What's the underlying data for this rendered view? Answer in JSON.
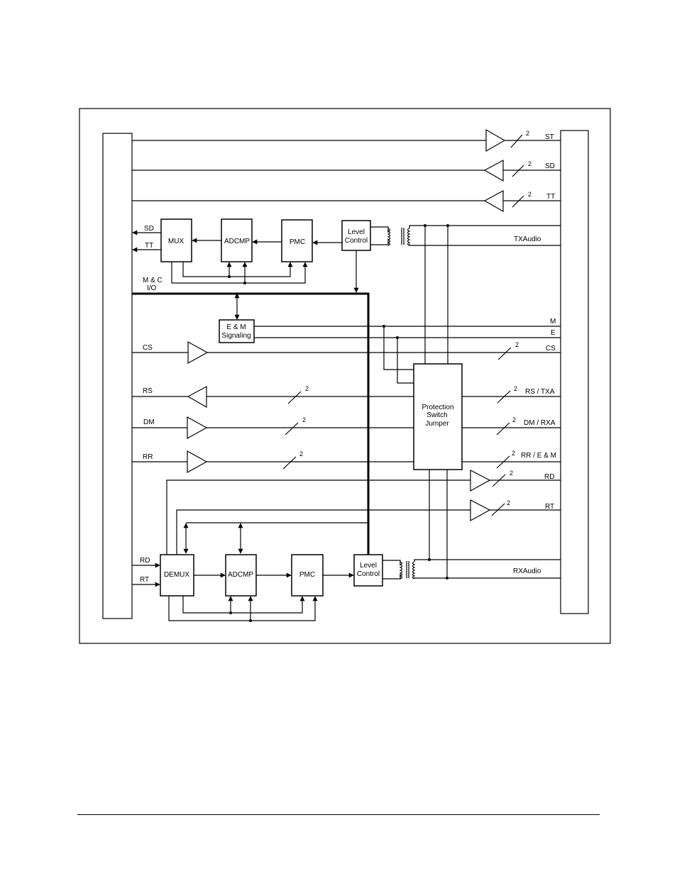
{
  "blocks": {
    "mux": "MUX",
    "adcmp_tx": "ADCMP",
    "pmc_tx": "PMC",
    "level_tx": [
      "Level",
      "Control"
    ],
    "em_signaling": [
      "E & M",
      "Signaling"
    ],
    "protection": [
      "Protection",
      "Switch",
      "Jumper"
    ],
    "demux": "DEMUX",
    "adcmp_rx": "ADCMP",
    "pmc_rx": "PMC",
    "level_rx": [
      "Level",
      "Control"
    ]
  },
  "left_labels": {
    "sd": "SD",
    "tt": "TT",
    "mc_io": [
      "M & C",
      "I/O"
    ],
    "cs": "CS",
    "rs": "RS",
    "dm": "DM",
    "rr": "RR",
    "rd": "RD",
    "rt": "RT"
  },
  "right_labels": {
    "st": "ST",
    "sd": "SD",
    "tt": "TT",
    "txaudio": "TXAudio",
    "m": "M",
    "e": "E",
    "cs": "CS",
    "rs_txa": "RS / TXA",
    "dm_rxa": "DM / RXA",
    "rr_em": "RR / E & M",
    "rd": "RD",
    "rt": "RT",
    "rxaudio": "RXAudio"
  },
  "wire_count": "2"
}
